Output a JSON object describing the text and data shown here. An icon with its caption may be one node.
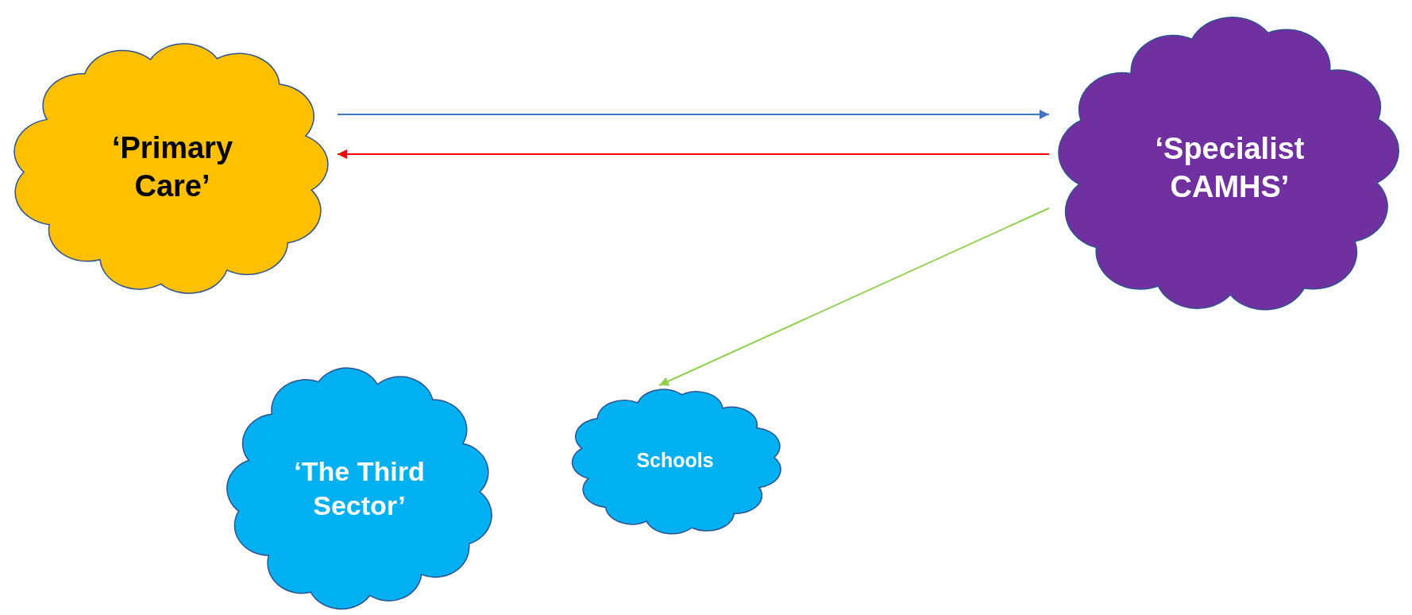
{
  "diagram": {
    "nodes": [
      {
        "text": [
          "‘Primary Care’"
        ]
      },
      {
        "text": [
          "‘Specialist CAMHS’"
        ]
      },
      {
        "text": [
          "‘The Third Sector’"
        ]
      },
      {
        "text": [
          "Schools"
        ]
      }
    ],
    "edges": [
      {
        "from": 0,
        "to": 1,
        "arrow": "to",
        "color": "#4472c4"
      },
      {
        "from": 1,
        "to": 0,
        "arrow": "to",
        "color": "#ff0000"
      },
      {
        "from": 1,
        "to": 3,
        "arrow": "to",
        "color": "#92d050"
      }
    ]
  }
}
